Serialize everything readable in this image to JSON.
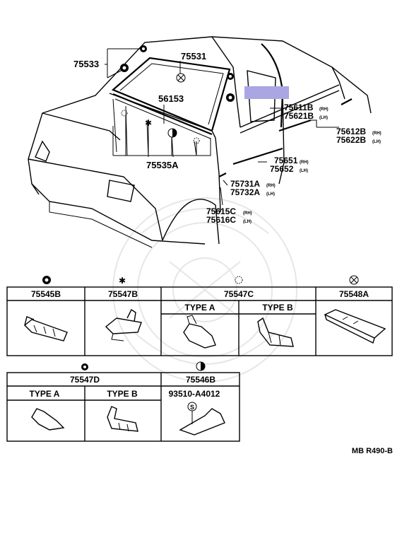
{
  "callouts": {
    "c75533": "75533",
    "c75531": "75531",
    "c56153": "56153",
    "c75535a": "75535A",
    "c75611b": "75611B",
    "c75611b_side": "(RH)",
    "c75621b": "75621B",
    "c75621b_side": "(LH)",
    "c75612b": "75612B",
    "c75612b_side": "(RH)",
    "c75622b": "75622B",
    "c75622b_side": "(LH)",
    "c75651": "75651",
    "c75651_side": "(RH)",
    "c75652": "75652",
    "c75652_side": "(LH)",
    "c75731a": "75731A",
    "c75731a_side": "(RH)",
    "c75732a": "75732A",
    "c75732a_side": "(LH)",
    "c75615c": "75615C",
    "c75615c_side": "(RH)",
    "c75616c": "75616C",
    "c75616c_side": "(LH)"
  },
  "highlight": {
    "color": "#a9a6e3"
  },
  "table_top": {
    "cells": [
      {
        "symbol": "filled-circle-symbol",
        "part": "75545B"
      },
      {
        "symbol": "star-symbol",
        "part": "75547B"
      },
      {
        "symbol": "dotted-circle-symbol",
        "part": "75547C",
        "types": [
          "TYPE A",
          "TYPE B"
        ]
      },
      {
        "symbol": "crossed-circle-symbol",
        "part": "75548A"
      }
    ]
  },
  "table_bottom": {
    "cells": [
      {
        "symbol": "hex-circle-symbol",
        "part": "75547D",
        "types": [
          "TYPE A",
          "TYPE B"
        ]
      },
      {
        "symbol": "half-circle-symbol",
        "part": "75546B",
        "subpart": "93510-A4012",
        "screw_symbol": "S"
      }
    ]
  },
  "footer": {
    "code": "MB R490-B"
  }
}
